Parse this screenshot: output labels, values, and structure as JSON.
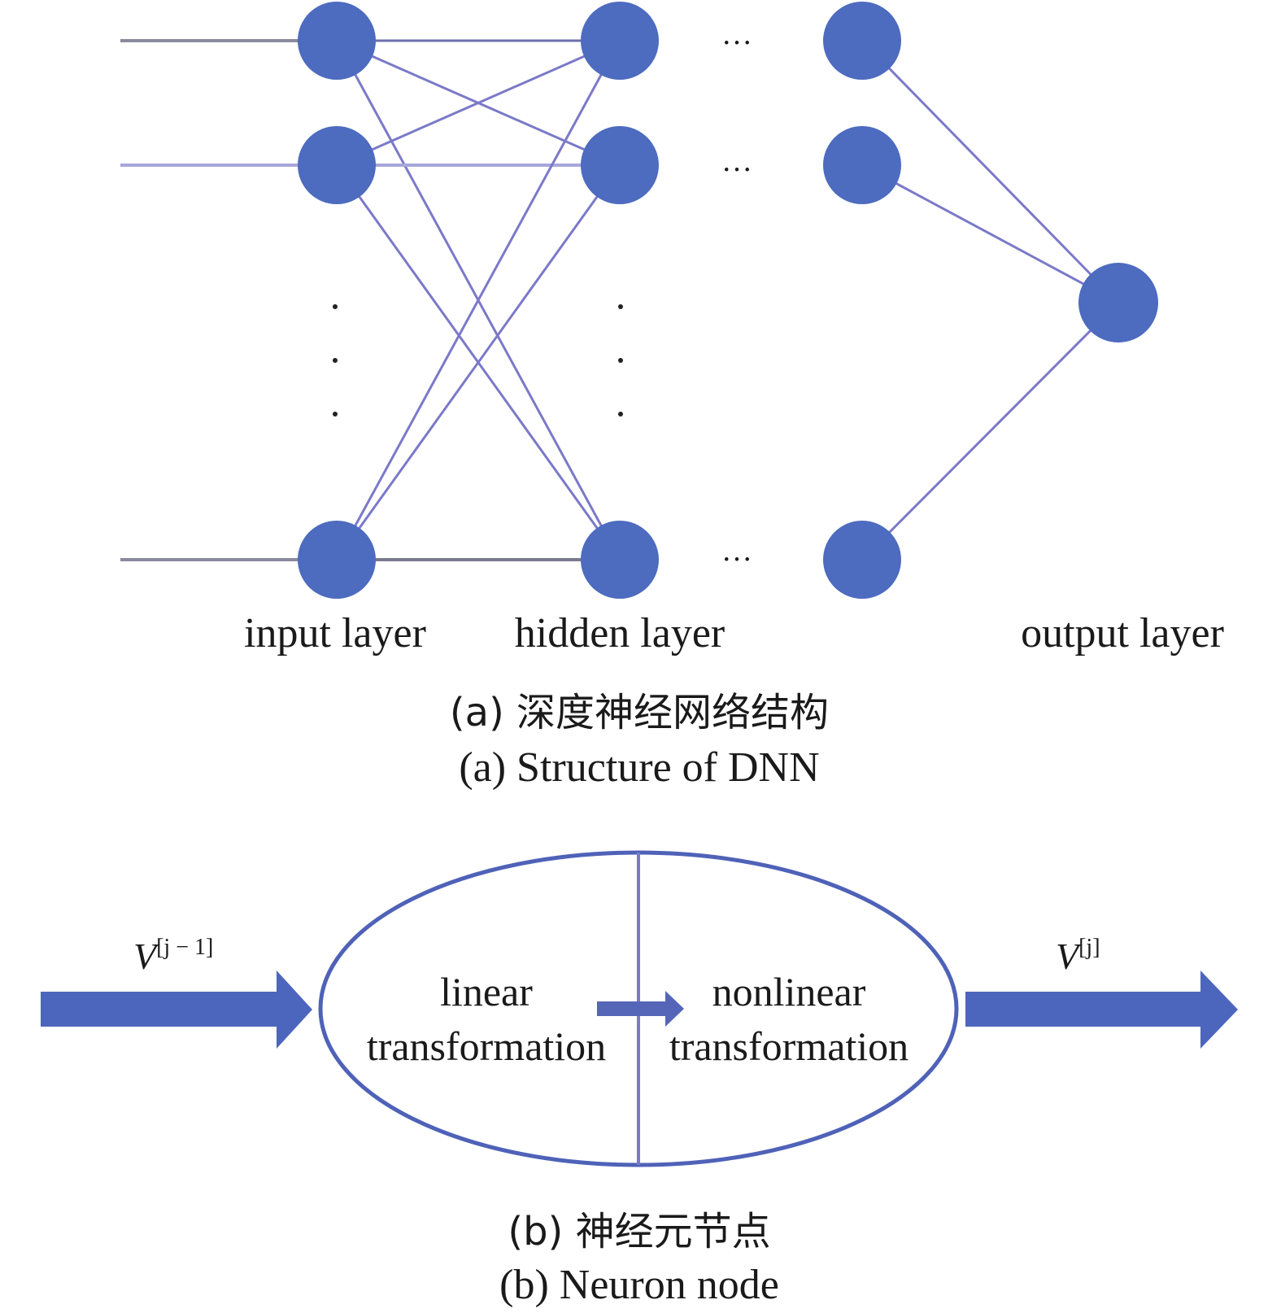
{
  "panel_a": {
    "layer_labels": {
      "input": "input layer",
      "hidden": "hidden layer",
      "output": "output layer"
    },
    "ellipsis": "…",
    "caption_cn": "(a) 深度神经网络结构",
    "caption_en": "(a) Structure of DNN"
  },
  "panel_b": {
    "input_symbol": "V",
    "input_superscript": "[j − 1]",
    "output_symbol": "V",
    "output_superscript": "[j]",
    "linear_line1": "linear",
    "linear_line2": "transformation",
    "nonlinear_line1": "nonlinear",
    "nonlinear_line2": "transformation",
    "caption_cn": "(b) 神经元节点",
    "caption_en": "(b) Neuron node"
  },
  "colors": {
    "node": "#4d6bbf",
    "edge": "#7b79c8",
    "edge_gray": "#8a8aa0",
    "ellipse": "#4f62b8",
    "arrow": "#4d66bd"
  }
}
